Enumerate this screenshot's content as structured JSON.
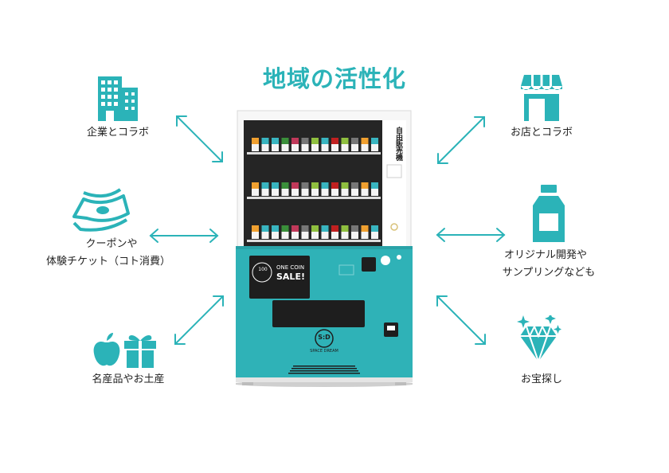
{
  "title": "地域の活性化",
  "colors": {
    "accent": "#2bb3b8",
    "machine_body": "#2fb2b7",
    "panel_dark": "#222222"
  },
  "left_items": [
    {
      "label": "企業とコラボ",
      "icon": "office-building-icon"
    },
    {
      "label_lines": [
        "クーポンや",
        "体験チケット（コト消費）"
      ],
      "icon": "cash-bills-icon"
    },
    {
      "label": "名産品やお土産",
      "icon": "apple-gift-icon"
    }
  ],
  "right_items": [
    {
      "label": "お店とコラボ",
      "icon": "storefront-icon"
    },
    {
      "label_lines": [
        "オリジナル開発や",
        "サンプリングなども"
      ],
      "icon": "bottle-icon"
    },
    {
      "label": "お宝探し",
      "icon": "diamond-icon"
    }
  ],
  "machine": {
    "vertical_label": "自由販売機",
    "one_coin": "ONE COIN",
    "sale": "SALE!",
    "badge": "100",
    "logo_initials": "S:D",
    "brand": "SPACE DREAM"
  }
}
